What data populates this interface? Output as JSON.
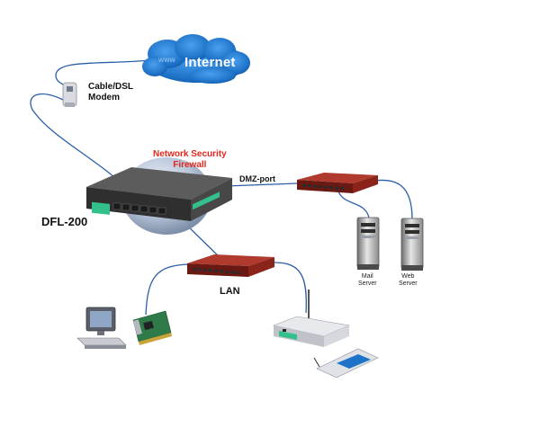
{
  "labels": {
    "internet": "Internet",
    "cloud_watermark": "www",
    "modem_line1": "Cable/DSL",
    "modem_line2": "Modem",
    "firewall_line1": "Network Security",
    "firewall_line2": "Firewall",
    "device": "DFL-200",
    "dmz": "DMZ-port",
    "lan": "LAN",
    "mail_line1": "Mail",
    "mail_line2": "Server",
    "web_line1": "Web",
    "web_line2": "Server"
  },
  "colors": {
    "cloud": "#1e73c8",
    "cloud_dark": "#0d4f9c",
    "cable": "#2a5fa8",
    "firewall_text": "#e3271c",
    "switch_body": "#7a1f1a",
    "device_body": "#3a3a3a",
    "device_accent": "#33c08a",
    "globe": "#b8c6da"
  }
}
